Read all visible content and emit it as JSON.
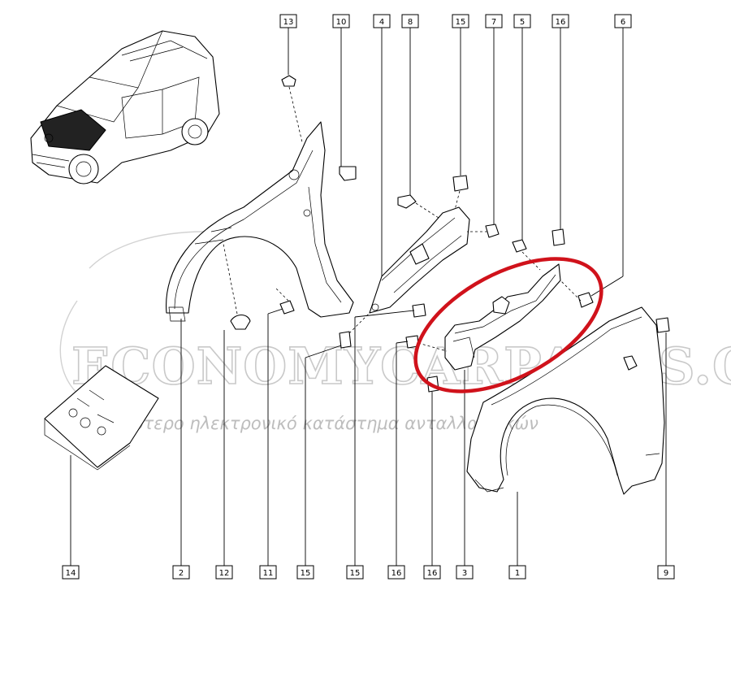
{
  "watermark": {
    "brand": "ECONOMYCARPARTS.GR",
    "tagline": "φθηνότερο ηλεκτρονικό κατάστημα ανταλλακτικών"
  },
  "callouts": [
    {
      "id": "top-13",
      "number": "13"
    },
    {
      "id": "top-10",
      "number": "10"
    },
    {
      "id": "top-4",
      "number": "4"
    },
    {
      "id": "top-8",
      "number": "8"
    },
    {
      "id": "top-15",
      "number": "15"
    },
    {
      "id": "top-7",
      "number": "7"
    },
    {
      "id": "top-5",
      "number": "5"
    },
    {
      "id": "top-16",
      "number": "16"
    },
    {
      "id": "top-6",
      "number": "6"
    },
    {
      "id": "bottom-14",
      "number": "14"
    },
    {
      "id": "bottom-2",
      "number": "2"
    },
    {
      "id": "bottom-12",
      "number": "12"
    },
    {
      "id": "bottom-11",
      "number": "11"
    },
    {
      "id": "bottom-15a",
      "number": "15"
    },
    {
      "id": "bottom-15b",
      "number": "15"
    },
    {
      "id": "bottom-16a",
      "number": "16"
    },
    {
      "id": "bottom-16b",
      "number": "16"
    },
    {
      "id": "bottom-3",
      "number": "3"
    },
    {
      "id": "bottom-1",
      "number": "1"
    },
    {
      "id": "bottom-9",
      "number": "9"
    }
  ],
  "colors": {
    "line": "#000000",
    "highlight": "#d0121b",
    "watermark": "#c9c9c9"
  }
}
